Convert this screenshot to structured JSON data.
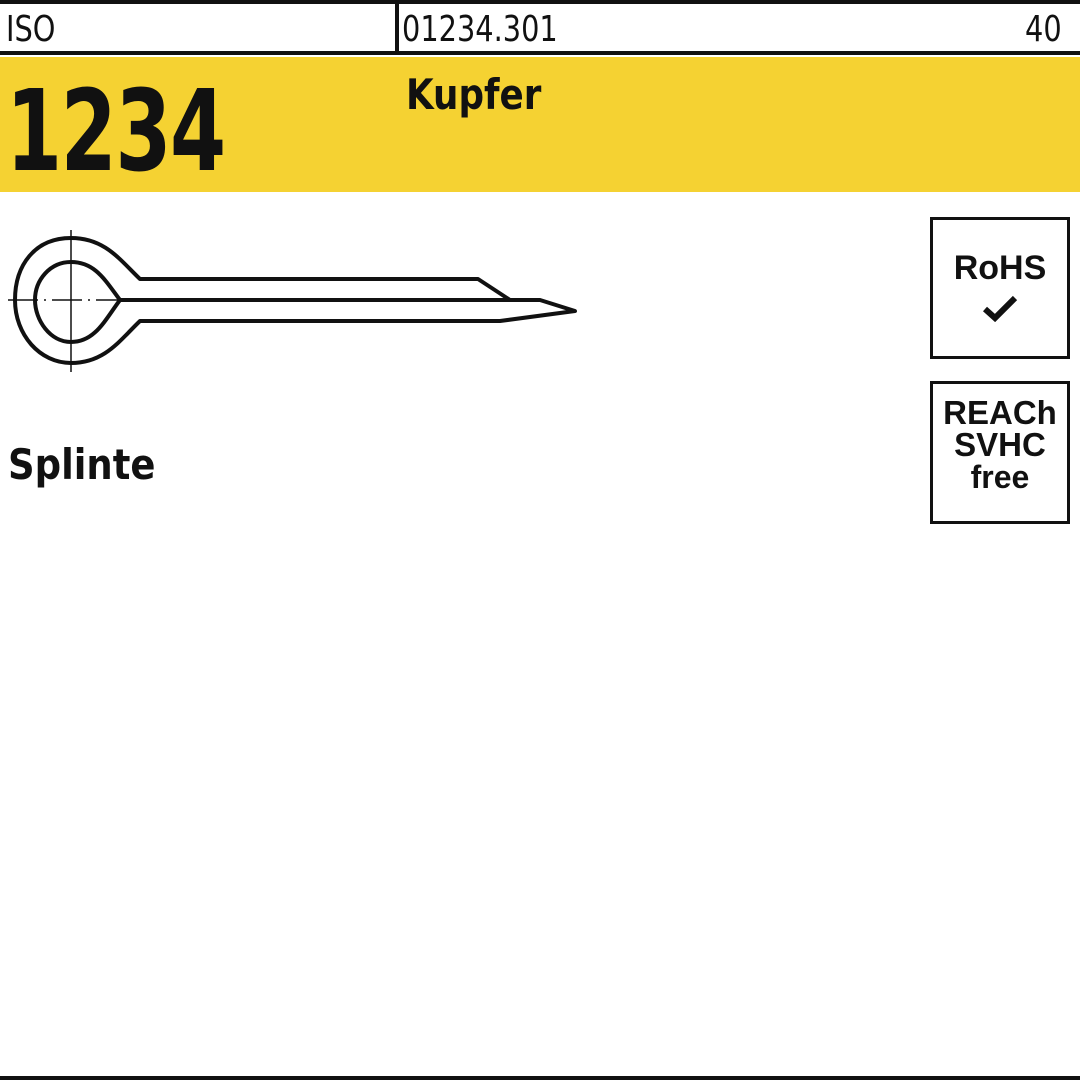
{
  "header": {
    "standard": "ISO",
    "article_number": "01234.301",
    "pack_qty": "40"
  },
  "band": {
    "norm_number": "1234",
    "material": "Kupfer",
    "color": "#f5d232"
  },
  "product": {
    "name": "Splinte",
    "icon": "cotter-pin-drawing"
  },
  "badges": {
    "rohs": {
      "label": "RoHS",
      "icon": "checkmark-icon"
    },
    "reach": {
      "line1": "REACh",
      "line2": "SVHC",
      "line3": "free"
    }
  }
}
